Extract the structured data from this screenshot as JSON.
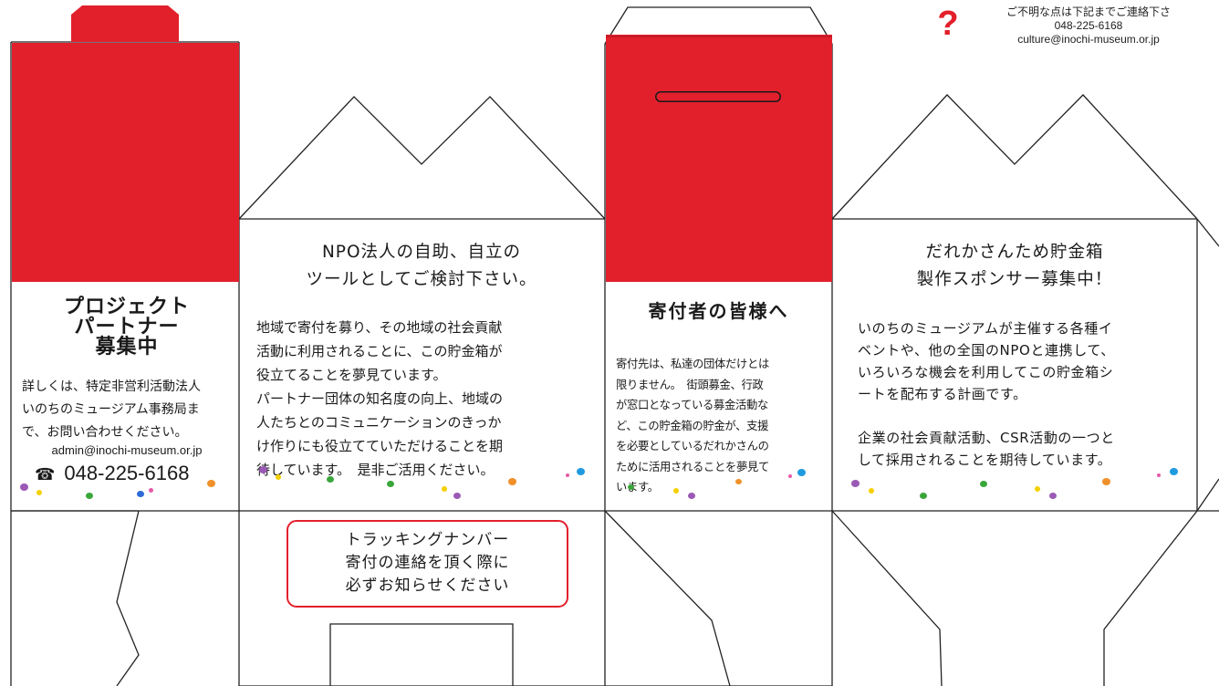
{
  "contact": {
    "icon": "question-mark-icon",
    "heading": "ご不明な点は下記までご連絡下さ",
    "phone": "048-225-6168",
    "email": "culture@inochi-museum.or.jp"
  },
  "panel1": {
    "title_lines": [
      "プロジェクト",
      "パートナー",
      "募集中"
    ],
    "body_lines": [
      "詳しくは、特定非営利活動法人",
      "いのちのミュージアム事務局ま",
      "で、お問い合わせください。"
    ],
    "email": "admin@inochi-museum.or.jp",
    "phone_icon": "telephone-icon",
    "phone_symbol": "☎",
    "phone": "048-225-6168"
  },
  "panel2": {
    "title_lines": [
      "NPO法人の自助、自立の",
      "ツールとしてご検討下さい。"
    ],
    "body_lines": [
      "地域で寄付を募り、その地域の社会貢献",
      "活動に利用されることに、この貯金箱が",
      "役立てることを夢見ています。",
      "パートナー団体の知名度の向上、地域の",
      "人たちとのコミュニケーションのきっか",
      "け作りにも役立てていただけることを期",
      "待しています。　是非ご活用ください。"
    ]
  },
  "panel3": {
    "title": "寄付者の皆様へ",
    "body_lines": [
      "寄付先は、私達の団体だけとは",
      "限りません。　街頭募金、行政",
      "が窓口となっている募金活動な",
      "ど、この貯金箱の貯金が、支援",
      "を必要としているだれかさんの",
      "ために活用されることを夢見て",
      "います。"
    ]
  },
  "panel4": {
    "title_lines": [
      "だれかさんため貯金箱",
      "製作スポンサー募集中！"
    ],
    "body_lines": [
      "いのちのミュージアムが主催する各種イ",
      "ベントや、他の全国のNPOと連携して、",
      "いろいろな機会を利用してこの貯金箱シ",
      "ートを配布する計画です。",
      "",
      "企業の社会貢献活動、CSR活動の一つと",
      "して採用されることを期待しています。"
    ]
  },
  "tracking": {
    "lines": [
      "トラッキングナンバー",
      "寄付の連絡を頂く際に",
      "必ずお知らせください"
    ]
  },
  "colors": {
    "accent_red": "#e2202c",
    "line": "#222222",
    "dot_palette": [
      "#9b59b6",
      "#f5d000",
      "#3aa63a",
      "#f0902a",
      "#e65aa8",
      "#1e9be0",
      "#2d6bd6"
    ]
  }
}
